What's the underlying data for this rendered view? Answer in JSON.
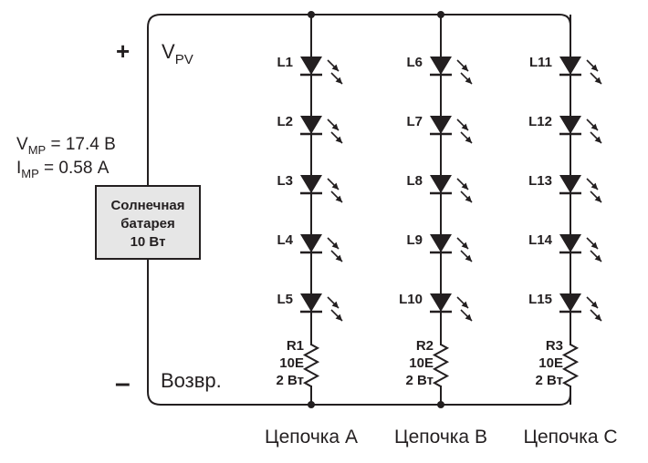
{
  "supply": {
    "plus": "+",
    "minus": "–",
    "vpv_main": "V",
    "vpv_sub": "PV",
    "return_label": "Возвр.",
    "vmp_main": "V",
    "vmp_sub": "MP",
    "vmp_value": " = 17.4 В",
    "imp_main": "I",
    "imp_sub": "MP",
    "imp_value": " = 0.58 А"
  },
  "panel": {
    "line1": "Солнечная",
    "line2": "батарея",
    "line3": "10 Вт",
    "fill": "#e6e6e6"
  },
  "strings": [
    {
      "leds": [
        "L1",
        "L2",
        "L3",
        "L4",
        "L5"
      ],
      "resistor": [
        "R1",
        "10E",
        "2 Вт"
      ],
      "caption": "Цепочка A"
    },
    {
      "leds": [
        "L6",
        "L7",
        "L8",
        "L9",
        "L10"
      ],
      "resistor": [
        "R2",
        "10E",
        "2 Вт"
      ],
      "caption": "Цепочка B"
    },
    {
      "leds": [
        "L11",
        "L12",
        "L13",
        "L14",
        "L15"
      ],
      "resistor": [
        "R3",
        "10E",
        "2 Вт"
      ],
      "caption": "Цепочка C"
    }
  ],
  "colors": {
    "ink": "#231f20"
  }
}
